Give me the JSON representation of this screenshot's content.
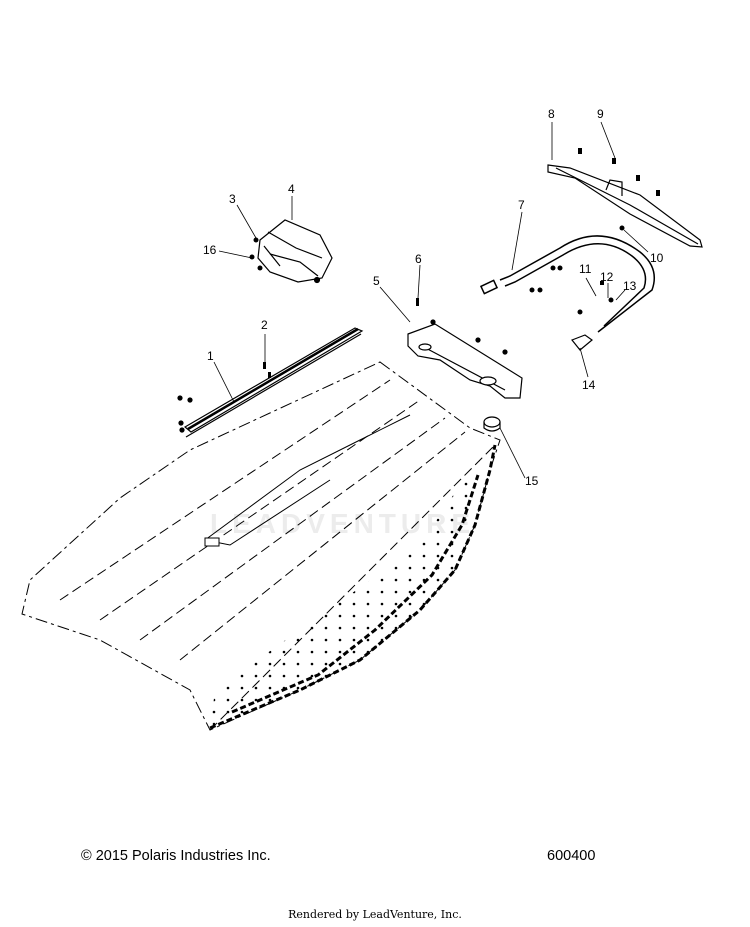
{
  "callouts": {
    "c1": "1",
    "c2": "2",
    "c3": "3",
    "c4": "4",
    "c5": "5",
    "c6": "6",
    "c7": "7",
    "c8": "8",
    "c9": "9",
    "c10": "10",
    "c11": "11",
    "c12": "12",
    "c13": "13",
    "c14": "14",
    "c15": "15",
    "c16": "16"
  },
  "footer": {
    "copyright": "© 2015 Polaris Industries Inc.",
    "diagram_number": "600400",
    "rendered_by": "Rendered by LeadVenture, Inc."
  },
  "watermark": {
    "text": "LEADVENTURE"
  },
  "colors": {
    "line": "#000000",
    "watermark": "#ececec",
    "background": "#ffffff"
  }
}
